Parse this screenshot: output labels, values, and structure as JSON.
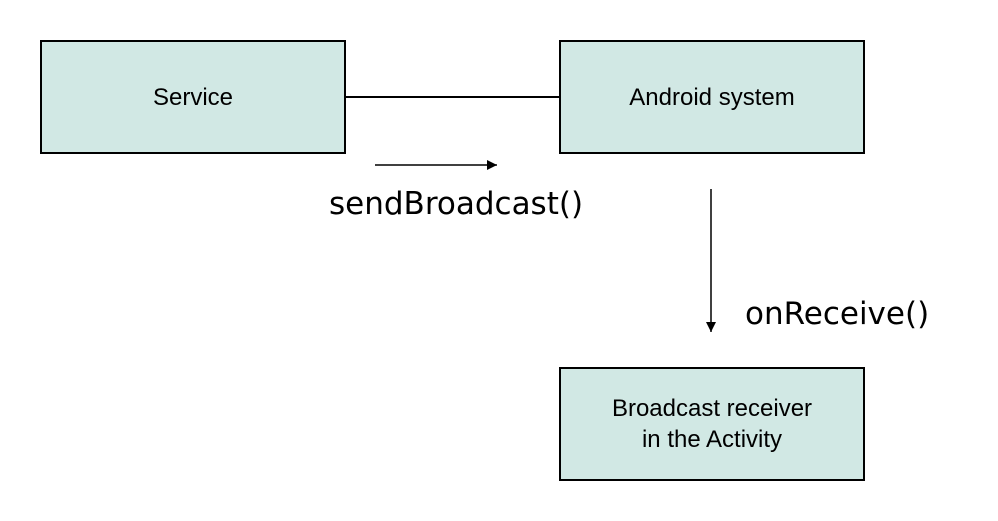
{
  "colors": {
    "box_fill": "#d1e8e4",
    "stroke": "#000000",
    "background": "#ffffff"
  },
  "nodes": {
    "service": {
      "label": "Service"
    },
    "android_system": {
      "label": "Android system"
    },
    "receiver": {
      "lines": [
        "Broadcast receiver",
        "in the Activity"
      ]
    }
  },
  "edges": {
    "send": {
      "label": "sendBroadcast()"
    },
    "receive": {
      "label": "onReceive()"
    }
  }
}
